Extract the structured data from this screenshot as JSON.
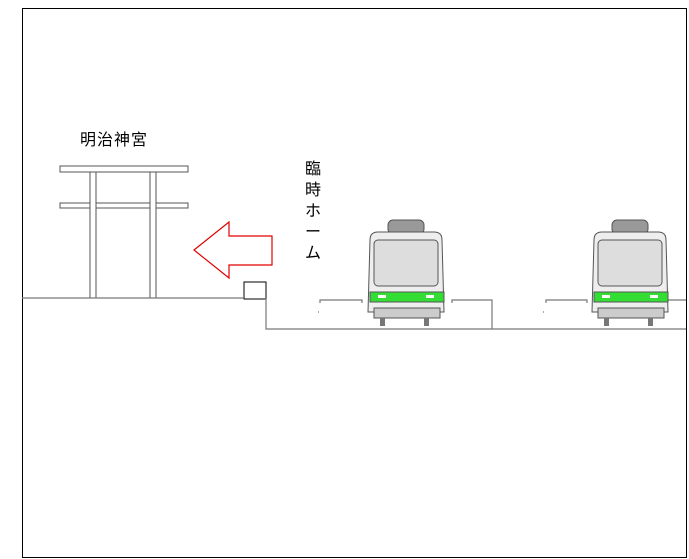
{
  "labels": {
    "shrine": "明治神宮",
    "temporary_platform": [
      "臨",
      "時",
      "ホ",
      "ー",
      "ム"
    ]
  },
  "colors": {
    "arrow": "#e00000",
    "train_stripe": "#33dd33",
    "lines": "#666666"
  },
  "icons": [
    "torii-gate",
    "left-arrow",
    "train-front",
    "train-front"
  ]
}
